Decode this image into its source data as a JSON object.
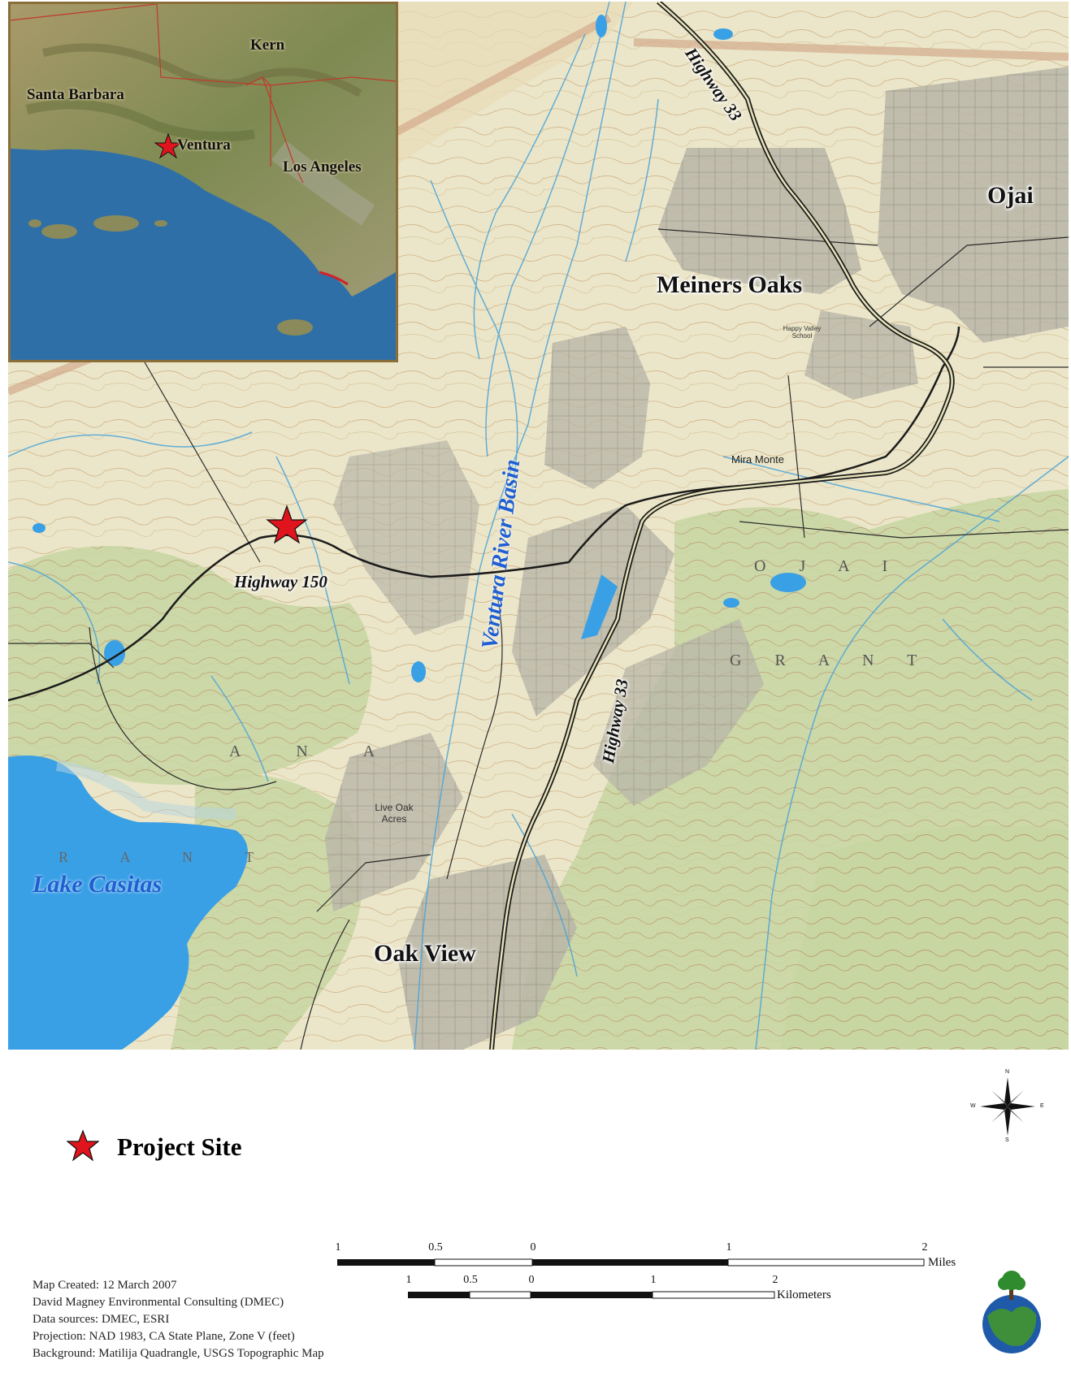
{
  "map": {
    "towns": {
      "ojai": "Ojai",
      "meiners_oaks": "Meiners Oaks",
      "oak_view": "Oak View"
    },
    "small_places": {
      "mira_monte": "Mira Monte",
      "live_oak_acres": "Live Oak Acres",
      "happy_valley_school": "Happy Valley School"
    },
    "highways": {
      "hwy33_north": "Highway 33",
      "hwy33_south": "Highway 33",
      "hwy150": "Highway 150"
    },
    "water": {
      "river_basin": "Ventura River Basin",
      "lake": "Lake Casitas"
    },
    "grant_text": {
      "ojai": "O J A I",
      "grant_east": "G R A N T",
      "ana_west": "A N A",
      "rant_west": "R A N T"
    },
    "colors": {
      "topo_base": "#ece8cf",
      "urban": "#b7b3a2",
      "water": "#3aa0e6",
      "contour": "#c9a477",
      "road": "#222222",
      "star": "#e0141c"
    }
  },
  "inset": {
    "labels": {
      "kern": "Kern",
      "santa_barbara": "Santa Barbara",
      "ventura": "Ventura",
      "los_angeles": "Los Angeles"
    },
    "star_icon": "star-icon"
  },
  "legend": {
    "label": "Project Site",
    "icon": "star-icon"
  },
  "scale": {
    "miles_ticks": [
      "1",
      "0.5",
      "0",
      "1",
      "2"
    ],
    "miles_unit": "Miles",
    "km_ticks": [
      "1",
      "0.5",
      "0",
      "1",
      "2"
    ],
    "km_unit": "Kilometers"
  },
  "compass": {
    "n": "N",
    "s": "S",
    "e": "E",
    "w": "W"
  },
  "notes": {
    "created": "Map Created: 12 March 2007",
    "author": "David Magney Environmental Consulting (DMEC)",
    "sources": "Data sources: DMEC,  ESRI",
    "projection": "Projection: NAD 1983, CA State Plane, Zone V (feet)",
    "background": "Background: Matilija Quadrangle, USGS Topographic Map"
  },
  "logo": {
    "icon": "globe-tree-logo"
  }
}
